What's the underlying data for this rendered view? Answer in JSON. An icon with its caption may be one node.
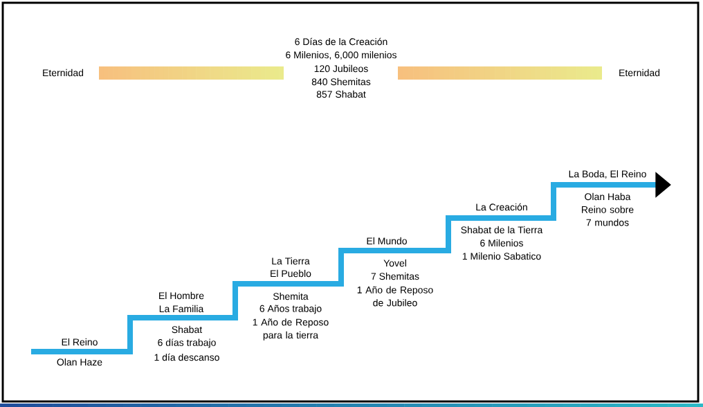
{
  "diagram": {
    "labels": [
      "6 Días de la Creación",
      "6 Milenios, 6,000 milenios",
      "Eternidad",
      "120 Jubileos",
      "Eternidad",
      "840 Shemitas",
      "857 Shabat",
      "La Boda, El Reino",
      "Olan Haba",
      "Reino sobre 7 mundos",
      "La Creación",
      "Shabat de la Tierra",
      "6 Milenios",
      "1 Milenio Sabatico",
      "El Mundo",
      "Yovel",
      "7 Shemitas",
      "1 Año de Reposo de Jubileo",
      "La Tierra",
      "El Pueblo",
      "Shemita",
      "6 Años trabajo",
      "1 Año de Reposo para la tierra",
      "El Hombre",
      "La Familia",
      "Shabat",
      "6 días trabajo",
      "1 día descanso",
      "El Reino",
      "Olan Haze"
    ]
  }
}
